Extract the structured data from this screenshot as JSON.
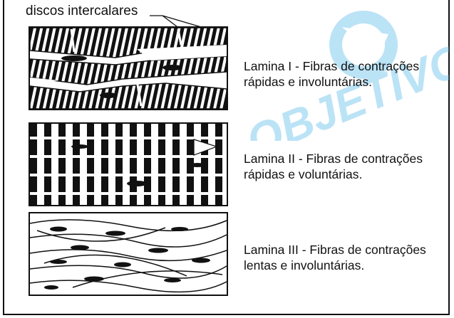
{
  "label": "discos intercalares",
  "watermark": {
    "text": "OBJETIVO",
    "color": "#4fb6e8"
  },
  "laminas": [
    {
      "line1": "Lamina I - Fibras de contrações",
      "line2": "rápidas e involuntárias."
    },
    {
      "line1": "Lamina II - Fibras de contrações",
      "line2": "rápidas e voluntárias."
    },
    {
      "line1": "Lamina III - Fibras de contrações",
      "line2": "lentas e involuntárias."
    }
  ]
}
